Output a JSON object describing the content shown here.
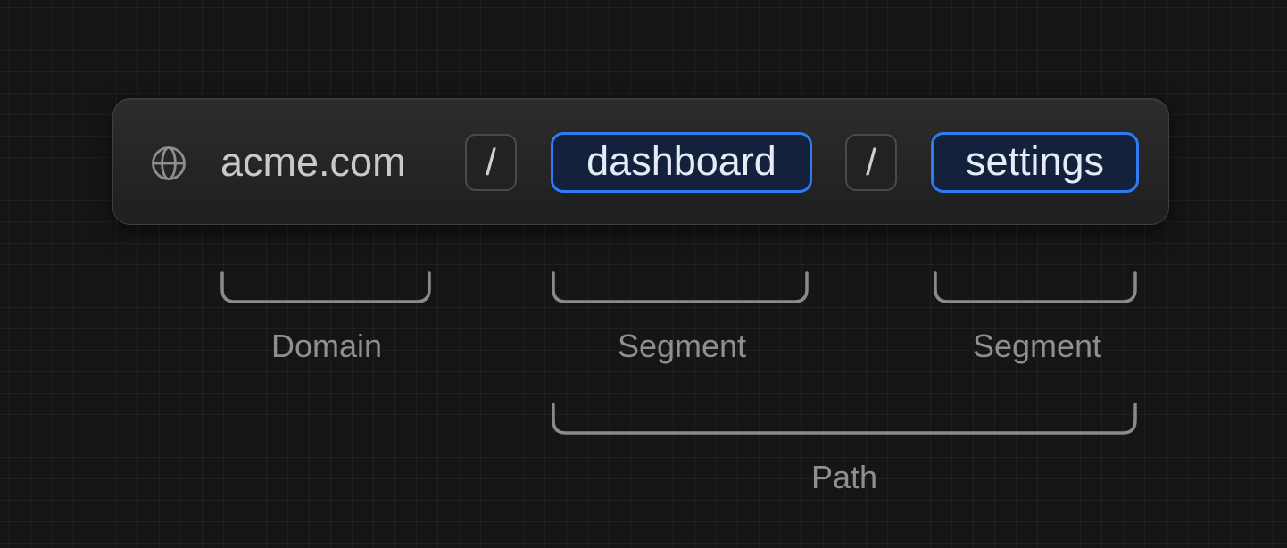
{
  "url_bar": {
    "icon": "globe-icon",
    "domain": "acme.com",
    "separators": [
      "/",
      "/"
    ],
    "segments": [
      "dashboard",
      "settings"
    ]
  },
  "labels": {
    "domain": "Domain",
    "segment_1": "Segment",
    "segment_2": "Segment",
    "path": "Path"
  },
  "colors": {
    "background": "#151515",
    "segment_border": "#2f7bf0",
    "segment_fill": "#13213d",
    "label_text": "#8f8f8f",
    "brace_stroke": "#8a8a8a"
  }
}
